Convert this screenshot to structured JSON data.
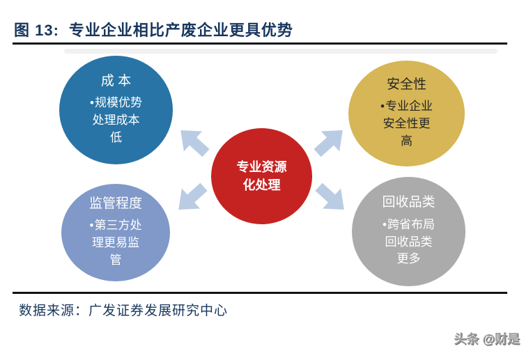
{
  "header": {
    "figure_label": "图 13:",
    "title": "专业企业相比产废企业更具优势",
    "title_color": "#17365D"
  },
  "diagram": {
    "bullet": "•",
    "arrow_color": "#BACCE4",
    "center": {
      "lines": [
        "专业资源",
        "化处理"
      ],
      "color": "#C52322",
      "text_color": "#FFFFFF"
    },
    "nodes": [
      {
        "id": "cost",
        "title": "成 本",
        "body": [
          "规模优势",
          "处理成本",
          "低"
        ],
        "color": "#2874A6",
        "text_color": "#FFFFFF"
      },
      {
        "id": "safety",
        "title": "安全性",
        "body": [
          "专业企业",
          "安全性更",
          "高"
        ],
        "color": "#D6B656",
        "text_color": "#262626"
      },
      {
        "id": "regulation",
        "title": "监管程度",
        "body": [
          "第三方处",
          "理更易监",
          "管"
        ],
        "color": "#8099C8",
        "text_color": "#FFFFFF"
      },
      {
        "id": "category",
        "title": "回收品类",
        "body": [
          "跨省布局",
          "回收品类",
          "更多"
        ],
        "color": "#ABABAB",
        "text_color": "#FFFFFF"
      }
    ]
  },
  "footer": {
    "source": "数据来源：广发证券发展研究中心",
    "watermark": "头条 @财是"
  }
}
